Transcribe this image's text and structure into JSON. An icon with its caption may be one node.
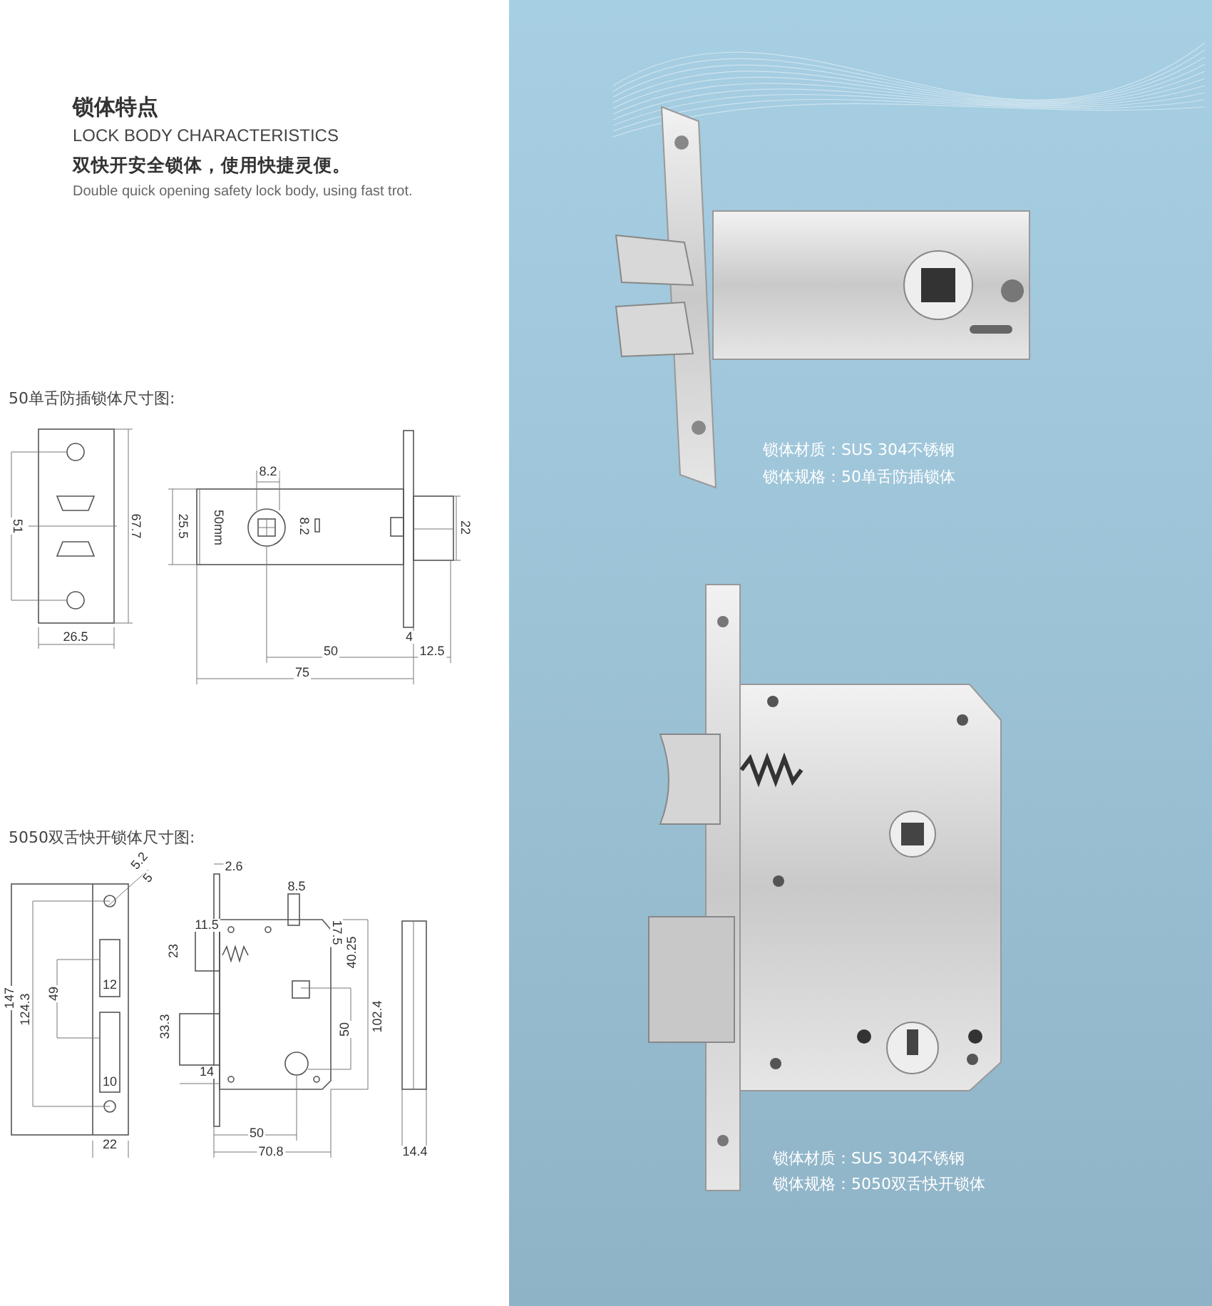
{
  "diagram": {
    "title": "锁体特点",
    "labels": [
      "LOCK BODY CHARACTERISTICS",
      "双快开安全锁体，使用快捷灵便。",
      "Double quick opening safety lock body, using fast trot.",
      "50单舌防插锁体尺寸图:",
      "51",
      "67.7",
      "26.5",
      "8.2",
      "25.5",
      "50mm",
      "8.2",
      "22",
      "4",
      "50",
      "12.5",
      "75",
      "锁体材质：SUS 304不锈钢",
      "锁体规格：50单舌防插锁体",
      "5050双舌快开锁体尺寸图:",
      "5.2",
      "5",
      "147",
      "124.3",
      "49",
      "12",
      "10",
      "22",
      "2.6",
      "8.5",
      "11.5",
      "17.5",
      "23",
      "40.25",
      "33.3",
      "50",
      "102.4",
      "14",
      "50",
      "70.8",
      "14.4",
      "锁体材质：SUS 304不锈钢",
      "锁体规格：5050双舌快开锁体"
    ]
  }
}
